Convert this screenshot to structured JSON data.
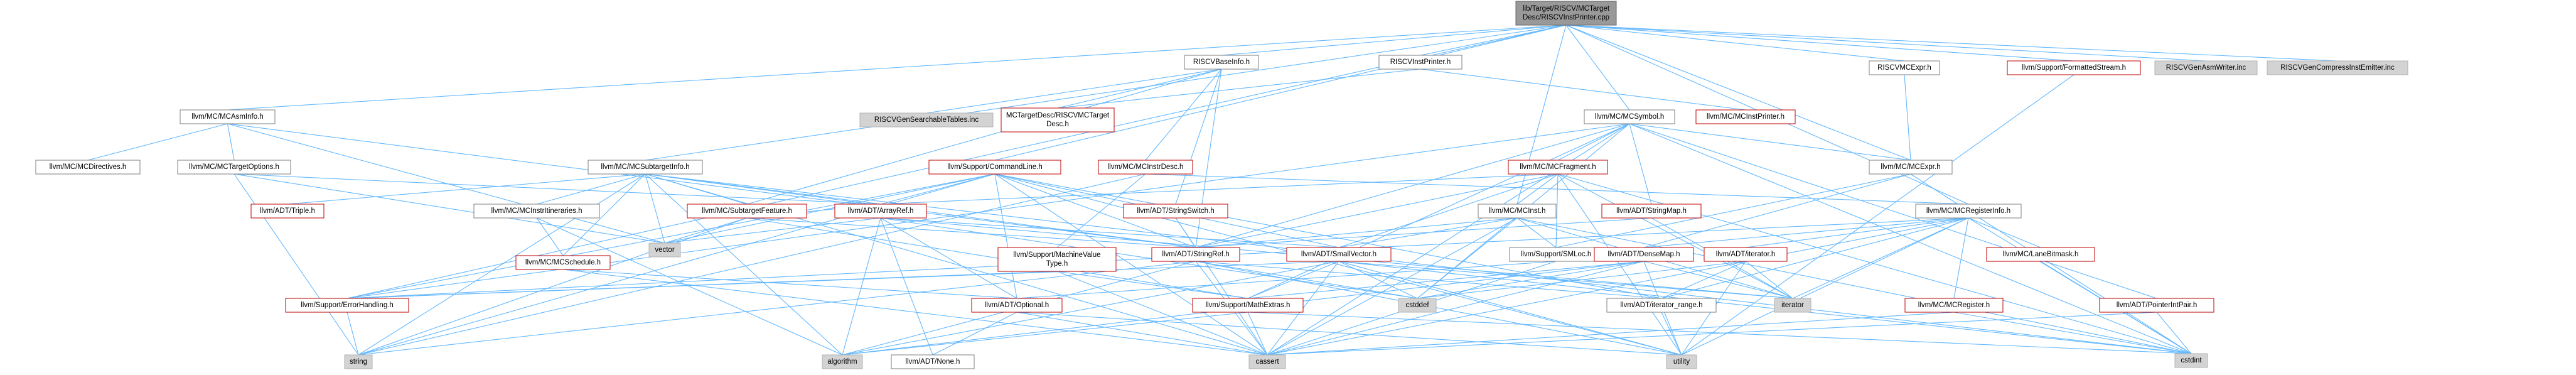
{
  "graph": {
    "title": "",
    "colors": {
      "edge": "#63b8ff",
      "root_fill": "#999999",
      "missing_fill": "#d3d3d3",
      "red_border": "#bf0000",
      "plain_border": "#7f7f7f"
    },
    "nodes": {
      "root": [
        "lib/Target/RISCV/MCTarget",
        "Desc/RISCVInstPrinter.cpp"
      ],
      "riscvbaseinfo": [
        "RISCVBaseInfo.h"
      ],
      "riscvinstprinter": [
        "RISCVInstPrinter.h"
      ],
      "mcsymbol": [
        "llvm/MC/MCSymbol.h"
      ],
      "riscvmcexpr": [
        "RISCVMCExpr.h"
      ],
      "formattedstream": [
        "llvm/Support/FormattedStream.h"
      ],
      "genasmwriter": [
        "RISCVGenAsmWriter.inc"
      ],
      "gencompress": [
        "RISCVGenCompressInstEmitter.inc"
      ],
      "mcasminfo": [
        "llvm/MC/MCAsmInfo.h"
      ],
      "gensearchable": [
        "RISCVGenSearchableTables.inc"
      ],
      "mctargetdesc": [
        "MCTargetDesc/RISCVMCTarget",
        "Desc.h"
      ],
      "mcinstprinter": [
        "llvm/MC/MCInstPrinter.h"
      ],
      "mcdirectives": [
        "llvm/MC/MCDirectives.h"
      ],
      "mctargetoptions": [
        "llvm/MC/MCTargetOptions.h"
      ],
      "mcsubtargetinfo": [
        "llvm/MC/MCSubtargetInfo.h"
      ],
      "commandline": [
        "llvm/Support/CommandLine.h"
      ],
      "mcinstrdesc": [
        "llvm/MC/MCInstrDesc.h"
      ],
      "mcfragment": [
        "llvm/MC/MCFragment.h"
      ],
      "mcexpr": [
        "llvm/MC/MCExpr.h"
      ],
      "triple": [
        "llvm/ADT/Triple.h"
      ],
      "mcinstritineraries": [
        "llvm/MC/MCInstrItineraries.h"
      ],
      "subtargetfeature": [
        "llvm/MC/SubtargetFeature.h"
      ],
      "arrayref": [
        "llvm/ADT/ArrayRef.h"
      ],
      "stringswitch": [
        "llvm/ADT/StringSwitch.h"
      ],
      "mcinst": [
        "llvm/MC/MCInst.h"
      ],
      "stringmap": [
        "llvm/ADT/StringMap.h"
      ],
      "mcregisterinfo": [
        "llvm/MC/MCRegisterInfo.h"
      ],
      "vector": [
        "vector"
      ],
      "mcschedule": [
        "llvm/MC/MCSchedule.h"
      ],
      "machinevaluetype": [
        "llvm/Support/MachineValue",
        "Type.h"
      ],
      "stringref": [
        "llvm/ADT/StringRef.h"
      ],
      "smallvector": [
        "llvm/ADT/SmallVector.h"
      ],
      "smloc": [
        "llvm/Support/SMLoc.h"
      ],
      "densemap": [
        "llvm/ADT/DenseMap.h"
      ],
      "adtiterator": [
        "llvm/ADT/iterator.h"
      ],
      "lanebitmask": [
        "llvm/MC/LaneBitmask.h"
      ],
      "errorhandling": [
        "llvm/Support/ErrorHandling.h"
      ],
      "optional": [
        "llvm/ADT/Optional.h"
      ],
      "mathextras": [
        "llvm/Support/MathExtras.h"
      ],
      "cstddef": [
        "cstddef"
      ],
      "iteratorrange": [
        "llvm/ADT/iterator_range.h"
      ],
      "iterator": [
        "iterator"
      ],
      "mcregister": [
        "llvm/MC/MCRegister.h"
      ],
      "pointerintpair": [
        "llvm/ADT/PointerIntPair.h"
      ],
      "cstdint": [
        "cstdint"
      ],
      "string": [
        "string"
      ],
      "algorithm": [
        "algorithm"
      ],
      "none": [
        "llvm/ADT/None.h"
      ],
      "cassert": [
        "cassert"
      ],
      "utility": [
        "utility"
      ]
    }
  }
}
